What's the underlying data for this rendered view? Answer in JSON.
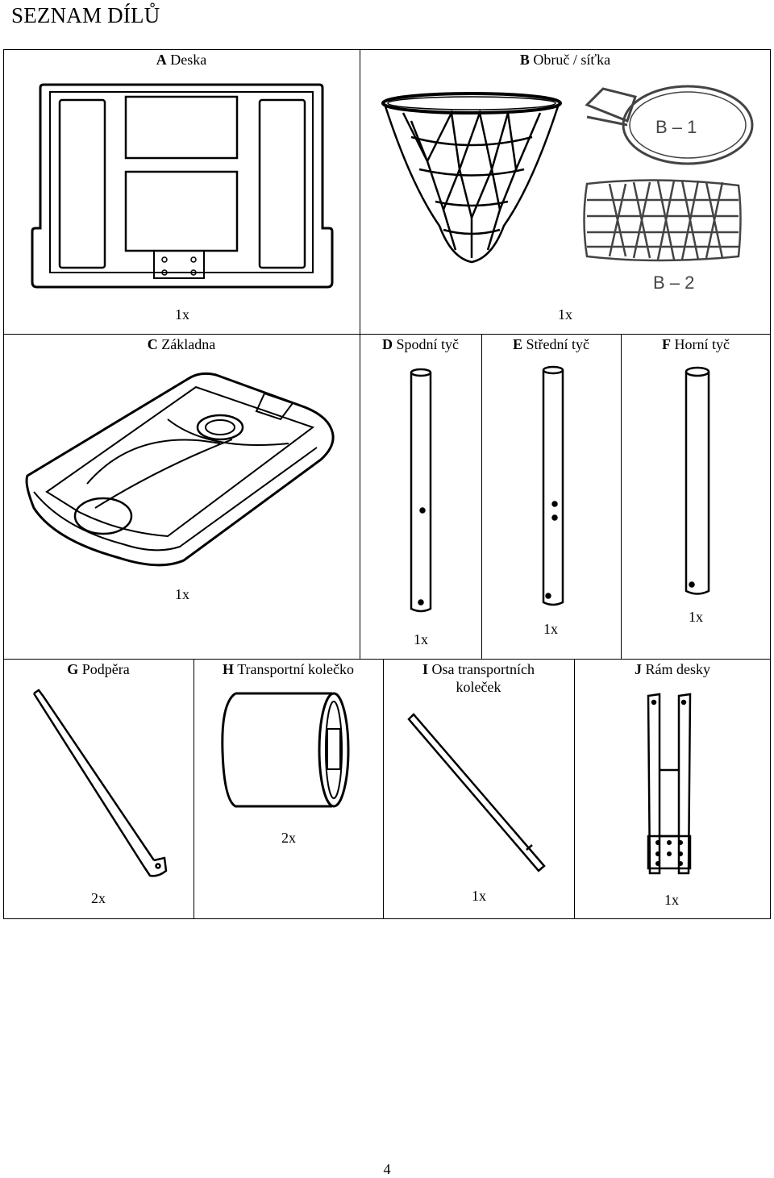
{
  "page_title": "SEZNAM DÍLŮ",
  "parts": {
    "A": {
      "letter": "A",
      "name": "Deska",
      "qty": "1x"
    },
    "B": {
      "letter": "B",
      "name": "Obruč / síťka",
      "qty": "1x",
      "sub1": "B – 1",
      "sub2": "B – 2"
    },
    "C": {
      "letter": "C",
      "name": "Základna",
      "qty": "1x"
    },
    "D": {
      "letter": "D",
      "name": "Spodní tyč",
      "qty": "1x"
    },
    "E": {
      "letter": "E",
      "name": "Střední tyč",
      "qty": "1x"
    },
    "F": {
      "letter": "F",
      "name": "Horní tyč",
      "qty": "1x"
    },
    "G": {
      "letter": "G",
      "name": "Podpěra",
      "qty": "2x"
    },
    "H": {
      "letter": "H",
      "name": "Transportní kolečko",
      "qty": "2x"
    },
    "I": {
      "letter": "I",
      "name": "Osa transportních",
      "name2": "koleček",
      "qty": "1x"
    },
    "J": {
      "letter": "J",
      "name": "Rám desky",
      "qty": "1x"
    }
  },
  "page_number": "4"
}
